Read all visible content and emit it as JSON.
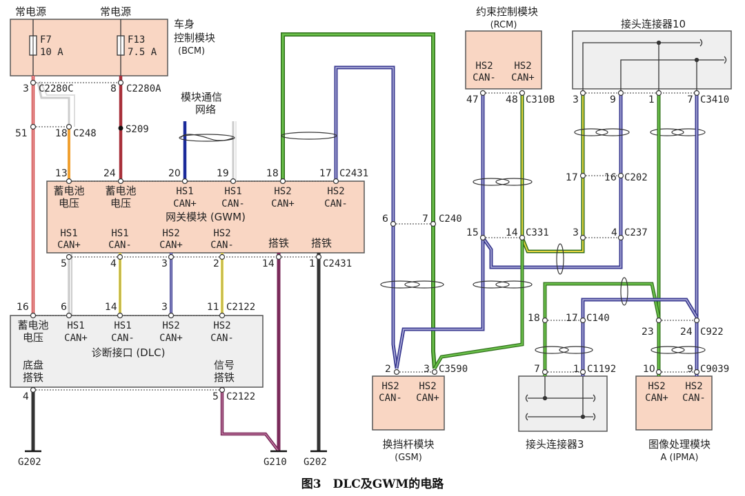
{
  "caption": "图3　DLC及GWM的电路",
  "colors": {
    "box_fill": "#f9d6c3",
    "box_gray": "#efefef",
    "wire_red": "#d14a4a",
    "wire_darkred": "#a8303a",
    "wire_orange": "#f0a030",
    "wire_green": "#4aa52a",
    "wire_blue": "#3a3a90",
    "wire_navy": "#1a2a9a",
    "wire_yellow": "#e6d640",
    "wire_white": "#cccccc",
    "wire_black": "#333333",
    "wire_purple": "#7a2a5a"
  },
  "bcm": {
    "supply_left": "常电源",
    "supply_right": "常电源",
    "fuse_left": "F7",
    "fuse_left_amp": "10 A",
    "fuse_right": "F13",
    "fuse_right_amp": "7.5 A",
    "name_line1": "车身",
    "name_line2": "控制模块",
    "name_line3": "(BCM)",
    "pin_left": "3",
    "conn_left": "C2280C",
    "pin_right": "8",
    "conn_right": "C2280A"
  },
  "network_label_1": "模块通信",
  "network_label_2": "网络",
  "c248": {
    "pin_a": "51",
    "pin_b": "18",
    "conn": "C248"
  },
  "splice": "S209",
  "gwm": {
    "top_pins": [
      "13",
      "24",
      "20",
      "19",
      "18",
      "17"
    ],
    "top_conn": "C2431",
    "top_labels_1": [
      "蓄电池",
      "蓄电池",
      "HS1",
      "HS1",
      "HS2",
      "HS2"
    ],
    "top_labels_2": [
      "电压",
      "电压",
      "CAN+",
      "CAN-",
      "CAN+",
      "CAN-"
    ],
    "name": "网关模块 (GWM)",
    "bottom_labels_1": [
      "HS1",
      "HS1",
      "HS2",
      "HS2",
      "搭铁",
      "搭铁"
    ],
    "bottom_labels_2": [
      "CAN+",
      "CAN-",
      "CAN+",
      "CAN-",
      "",
      ""
    ],
    "bottom_pins": [
      "5",
      "4",
      "3",
      "2",
      "14",
      "1"
    ],
    "bottom_conn": "C2431"
  },
  "dlc": {
    "top_pins": [
      "16",
      "6",
      "14",
      "3",
      "11"
    ],
    "top_conn": "C2122",
    "top_labels_1": [
      "蓄电池",
      "HS1",
      "HS1",
      "HS2",
      "HS2"
    ],
    "top_labels_2": [
      "电压",
      "CAN+",
      "CAN-",
      "CAN+",
      "CAN-"
    ],
    "name": "诊断接口 (DLC)",
    "bottom_left_1": "底盘",
    "bottom_left_2": "搭铁",
    "bottom_right_1": "信号",
    "bottom_right_2": "搭铁",
    "bottom_pin_left": "4",
    "bottom_pin_right": "5",
    "bottom_conn": "C2122"
  },
  "grounds": [
    "G202",
    "G210",
    "G202"
  ],
  "c240": {
    "pin_a": "6",
    "pin_b": "7",
    "conn": "C240"
  },
  "gsm": {
    "pins": [
      "2",
      "3"
    ],
    "conn": "C3590",
    "labels_1": [
      "HS2",
      "HS2"
    ],
    "labels_2": [
      "CAN-",
      "CAN+"
    ],
    "name_1": "换挡杆模块",
    "name_2": "(GSM)"
  },
  "rcm": {
    "title_1": "约束控制模块",
    "title_2": "(RCM)",
    "labels_1": [
      "HS2",
      "HS2"
    ],
    "labels_2": [
      "CAN-",
      "CAN+"
    ],
    "pins": [
      "47",
      "48"
    ],
    "conn": "C310B"
  },
  "c331": {
    "pin_a": "15",
    "pin_b": "14",
    "conn": "C331"
  },
  "splice10": {
    "title": "接头连接器10",
    "pins": [
      "3",
      "9",
      "1",
      "7"
    ],
    "conn": "C3410"
  },
  "c202": {
    "pin_a": "17",
    "pin_b": "16",
    "conn": "C202"
  },
  "c237": {
    "pin_a": "3",
    "pin_b": "4",
    "conn": "C237"
  },
  "c140": {
    "pin_a": "18",
    "pin_b": "17",
    "conn": "C140"
  },
  "c922": {
    "pin_a": "23",
    "pin_b": "24",
    "conn": "C922"
  },
  "splice3": {
    "pin_a": "7",
    "pin_b": "1",
    "conn": "C1192",
    "name": "接头连接器3"
  },
  "ipma": {
    "pins": [
      "10",
      "9"
    ],
    "conn": "C9039",
    "labels_1": [
      "HS2",
      "HS2"
    ],
    "labels_2": [
      "CAN+",
      "CAN-"
    ],
    "name_1": "图像处理模块",
    "name_2": "A (IPMA)"
  }
}
